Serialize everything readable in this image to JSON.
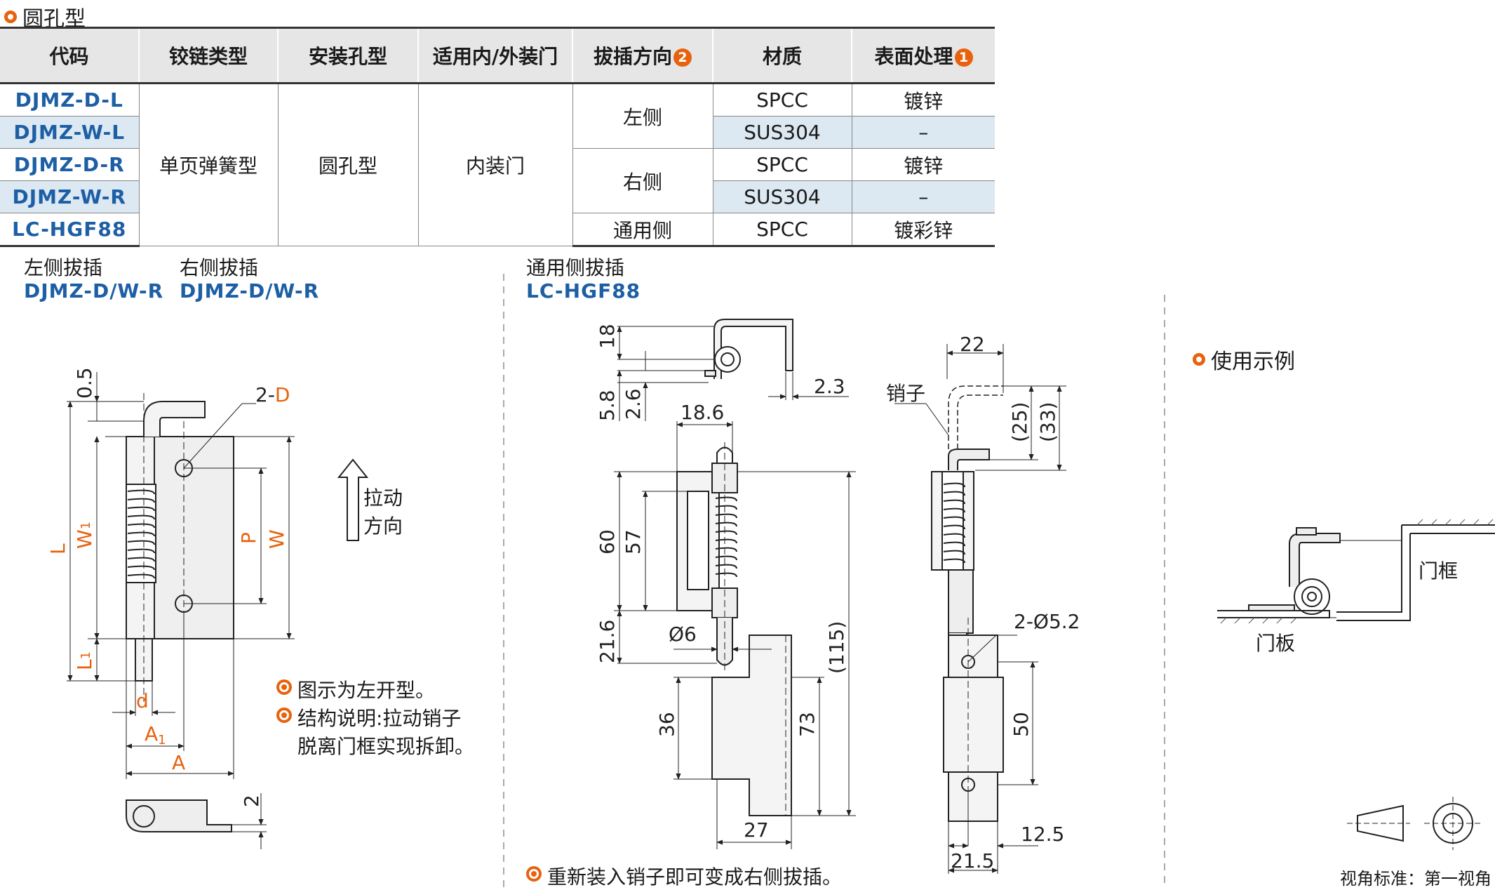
{
  "section_title": "圆孔型",
  "table": {
    "headers": [
      "代码",
      "铰链类型",
      "安装孔型",
      "适用内/外装门",
      "拔插方向",
      "材质",
      "表面处理"
    ],
    "header_badges": {
      "dir": "2",
      "surface": "1"
    },
    "rows": [
      {
        "code": "DJMZ-D-L",
        "material": "SPCC",
        "surface": "镀锌"
      },
      {
        "code": "DJMZ-W-L",
        "material": "SUS304",
        "surface": "–"
      },
      {
        "code": "DJMZ-D-R",
        "material": "SPCC",
        "surface": "镀锌"
      },
      {
        "code": "DJMZ-W-R",
        "material": "SUS304",
        "surface": "–"
      },
      {
        "code": "LC-HGF88",
        "material": "SPCC",
        "surface": "镀彩锌"
      }
    ],
    "hinge_type": "单页弹簧型",
    "hole_type": "圆孔型",
    "door_type": "内装门",
    "dir_left": "左侧",
    "dir_right": "右侧",
    "dir_common": "通用侧"
  },
  "drawings": {
    "left_title": "左侧拔插",
    "left_code": "DJMZ-D/W-R",
    "right_title": "右侧拔插",
    "right_code": "DJMZ-D/W-R",
    "common_title": "通用侧拔插",
    "common_code": "LC-HGF88",
    "pull_label_1": "拉动",
    "pull_label_2": "方向",
    "note_1": "图示为左开型。",
    "note_2_line1": "结构说明:拉动销子",
    "note_2_line2": "脱离门框实现拆卸。",
    "note_3": "重新装入销子即可变成右侧拔插。",
    "usage_title": "使用示例",
    "door_frame": "门框",
    "door_panel": "门板",
    "view_standard": "视角标准：第一视角",
    "pin_label": "销子",
    "dims_left": {
      "d05": "0.5",
      "hole": "2-",
      "holeD": "D",
      "L": "L",
      "W1": "W",
      "W1sub": "1",
      "P": "P",
      "W": "W",
      "L1": "L",
      "L1sub": "1",
      "d": "d",
      "A1": "A",
      "A1sub": "1",
      "A": "A",
      "t2": "2"
    },
    "dims_mid": {
      "d18": "18",
      "d58": "5.8",
      "d26": "2.6",
      "d23": "2.3",
      "d186": "18.6",
      "d60": "60",
      "d57": "57",
      "d216": "21.6",
      "dphi6": "Ø6",
      "d115": "(115)",
      "d36": "36",
      "d73": "73",
      "d27": "27"
    },
    "dims_right": {
      "d22": "22",
      "d25": "(25)",
      "d33": "(33)",
      "d52": "2-Ø5.2",
      "d50": "50",
      "d125": "12.5",
      "d215": "21.5"
    }
  },
  "colors": {
    "accent": "#e8620e",
    "code_blue": "#1d5fa5",
    "row_shade": "#dce8f2",
    "dim_orange": "#e8620e"
  }
}
